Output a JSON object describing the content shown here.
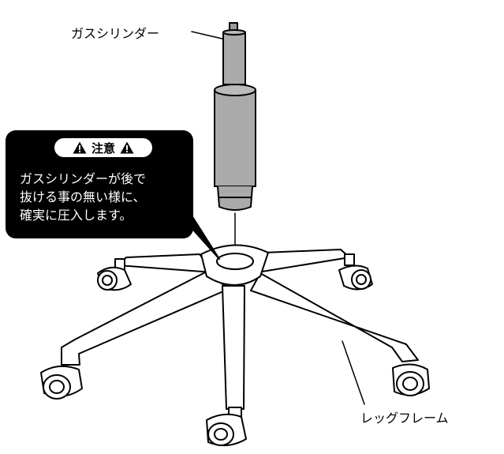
{
  "labels": {
    "gas_cylinder": "ガスシリンダー",
    "leg_frame": "レッグフレーム"
  },
  "caution": {
    "title": "注意",
    "lines": [
      "ガスシリンダーが後で",
      "抜ける事の無い様に、",
      "確実に圧入します。"
    ]
  },
  "icons": {
    "badge_left": "warning-triangle-icon",
    "badge_right": "warning-triangle-icon",
    "insert_arrow": "down-arrow-icon"
  },
  "colors": {
    "cylinder_fill": "#aaaaaa",
    "callout_bg": "#000000",
    "line": "#000000"
  }
}
